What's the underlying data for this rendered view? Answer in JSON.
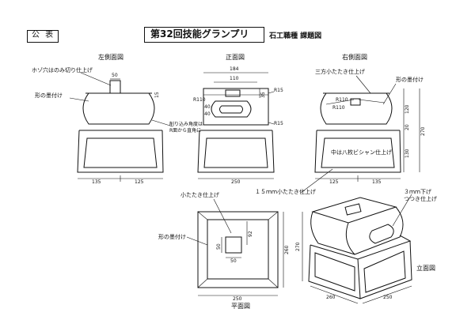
{
  "header": {
    "public_label": "公 表",
    "title": "第32回技能グランプリ",
    "subtitle": "石工職種 課題図"
  },
  "views": {
    "left": "左側面図",
    "front": "正面図",
    "right": "右側面図",
    "plan": "平面図",
    "elevation": "立面図"
  },
  "notes": {
    "tenon": "ホゾ穴はのみ切り仕上げ",
    "ink_left": "形の墨付け",
    "chamfer_line1": "削り込み角度は",
    "chamfer_line2": "R面から直角に",
    "ink_right": "形の墨付け",
    "sanko": "三方小たたき仕上げ",
    "bishan": "中は八枚ビシャン仕上げ",
    "mm15": "１５ｍｍ小たたき仕上げ",
    "mm3_line1": "３ｍｍ下げ",
    "mm3_line2": "つつき仕上げ",
    "small_tataki": "小たたき仕上げ",
    "ink_plan": "形の墨付け"
  },
  "dims": {
    "left_top": "50",
    "left_side": "15",
    "left_b1": "135",
    "left_b2": "125",
    "front_top": "184",
    "front_inner": "110",
    "front_35": "35",
    "front_r15a": "R15",
    "front_r110": "R110",
    "front_40a": "40",
    "front_40b": "40",
    "front_r15b": "R15",
    "front_bottom": "250",
    "right_r110a": "R110",
    "right_r110b": "R110",
    "right_120": "120",
    "right_20": "20",
    "right_130": "130",
    "right_270": "270",
    "right_b1": "125",
    "right_b2": "135",
    "plan_50a": "50",
    "plan_50b": "50",
    "plan_92": "92",
    "plan_260": "260",
    "plan_250": "250",
    "elev_270": "270",
    "elev_260": "260",
    "elev_250": "250"
  }
}
